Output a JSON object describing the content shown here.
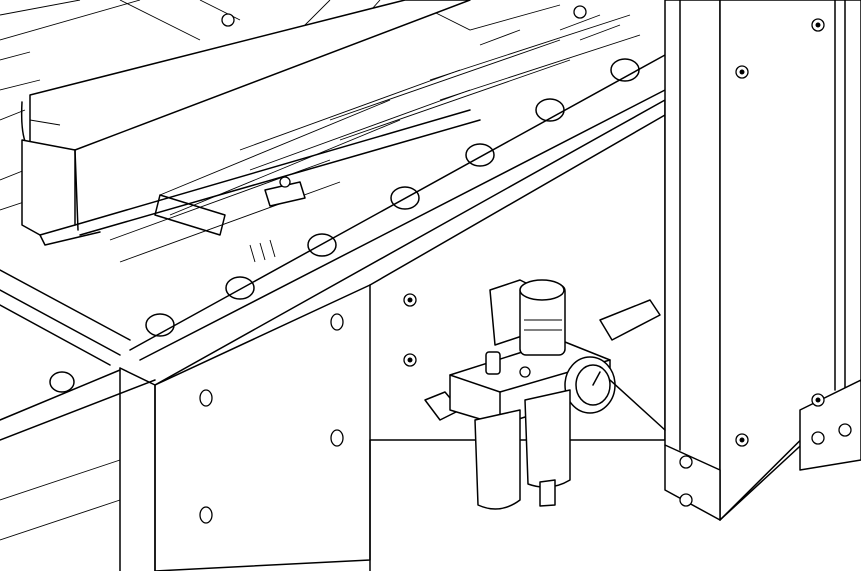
{
  "drawing": {
    "kind": "isometric line drawing",
    "line_color": "#000000",
    "background": "#ffffff",
    "parts": [
      "roller-conveyor",
      "guide-rail",
      "side-panel",
      "filter-regulator-lubricator",
      "pressure-gauge",
      "frame-post",
      "fastener-bolts"
    ]
  }
}
